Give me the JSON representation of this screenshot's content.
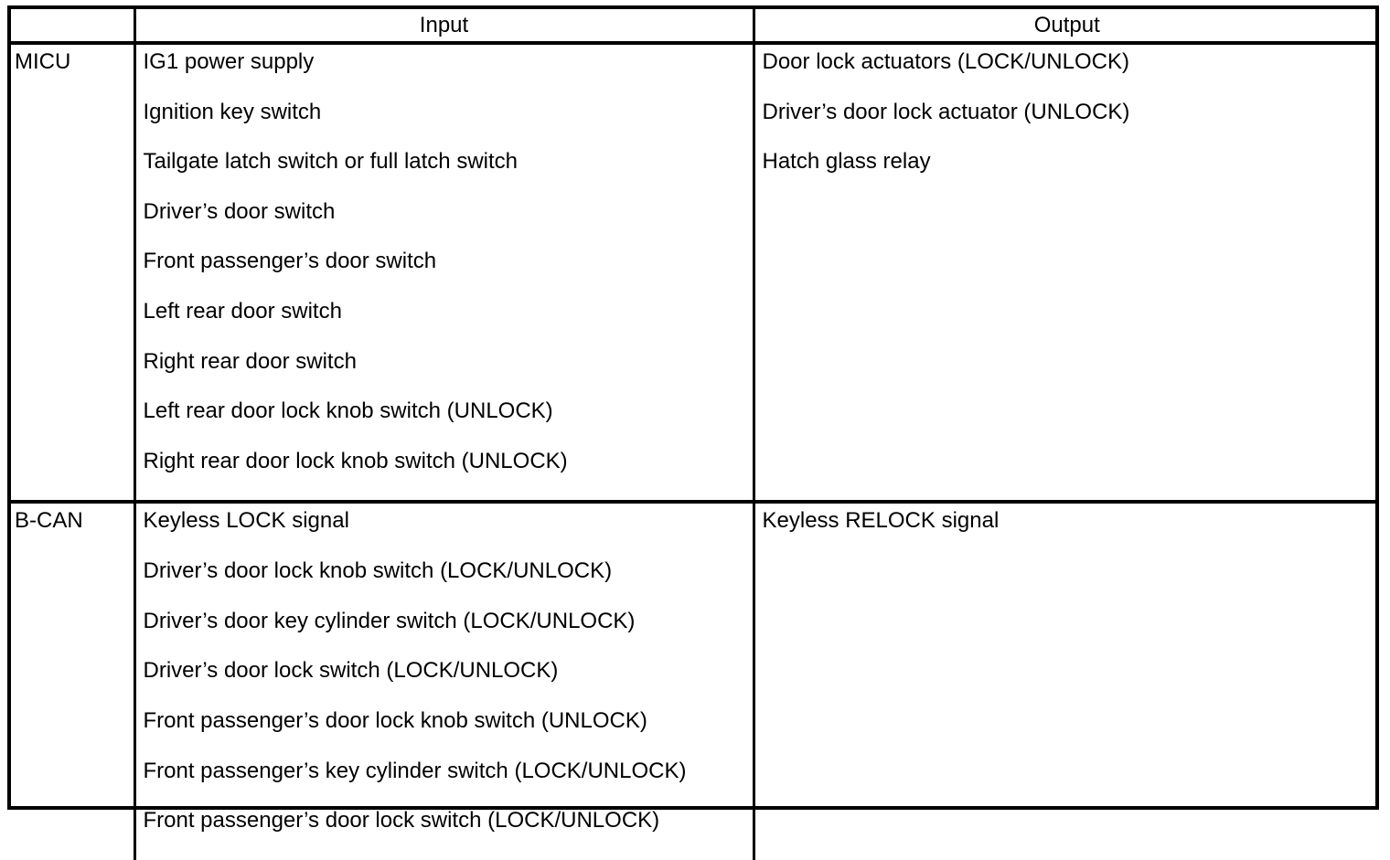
{
  "table": {
    "columns": {
      "system_header": "",
      "input_header": "Input",
      "output_header": "Output"
    },
    "sections": [
      {
        "system": "MICU",
        "inputs": [
          "IG1 power supply",
          "Ignition key switch",
          "Tailgate latch switch or full latch switch",
          "Driver’s door switch",
          "Front passenger’s door switch",
          "Left rear door switch",
          "Right rear door switch",
          "Left rear door lock knob switch (UNLOCK)",
          "Right rear door lock knob switch (UNLOCK)"
        ],
        "outputs": [
          "Door lock actuators (LOCK/UNLOCK)",
          "Driver’s door lock actuator (UNLOCK)",
          "Hatch glass relay"
        ]
      },
      {
        "system": "B-CAN",
        "inputs": [
          "Keyless LOCK signal",
          "Driver’s door lock knob switch (LOCK/UNLOCK)",
          "Driver’s door key cylinder switch (LOCK/UNLOCK)",
          "Driver’s door lock switch (LOCK/UNLOCK)",
          "Front passenger’s door lock knob switch (UNLOCK)",
          "Front passenger’s key cylinder switch (LOCK/UNLOCK)",
          "Front passenger’s door lock switch (LOCK/UNLOCK)"
        ],
        "outputs": [
          "Keyless RELOCK signal"
        ]
      }
    ]
  },
  "colors": {
    "text": "#000000",
    "border": "#000000",
    "background": "#ffffff"
  }
}
